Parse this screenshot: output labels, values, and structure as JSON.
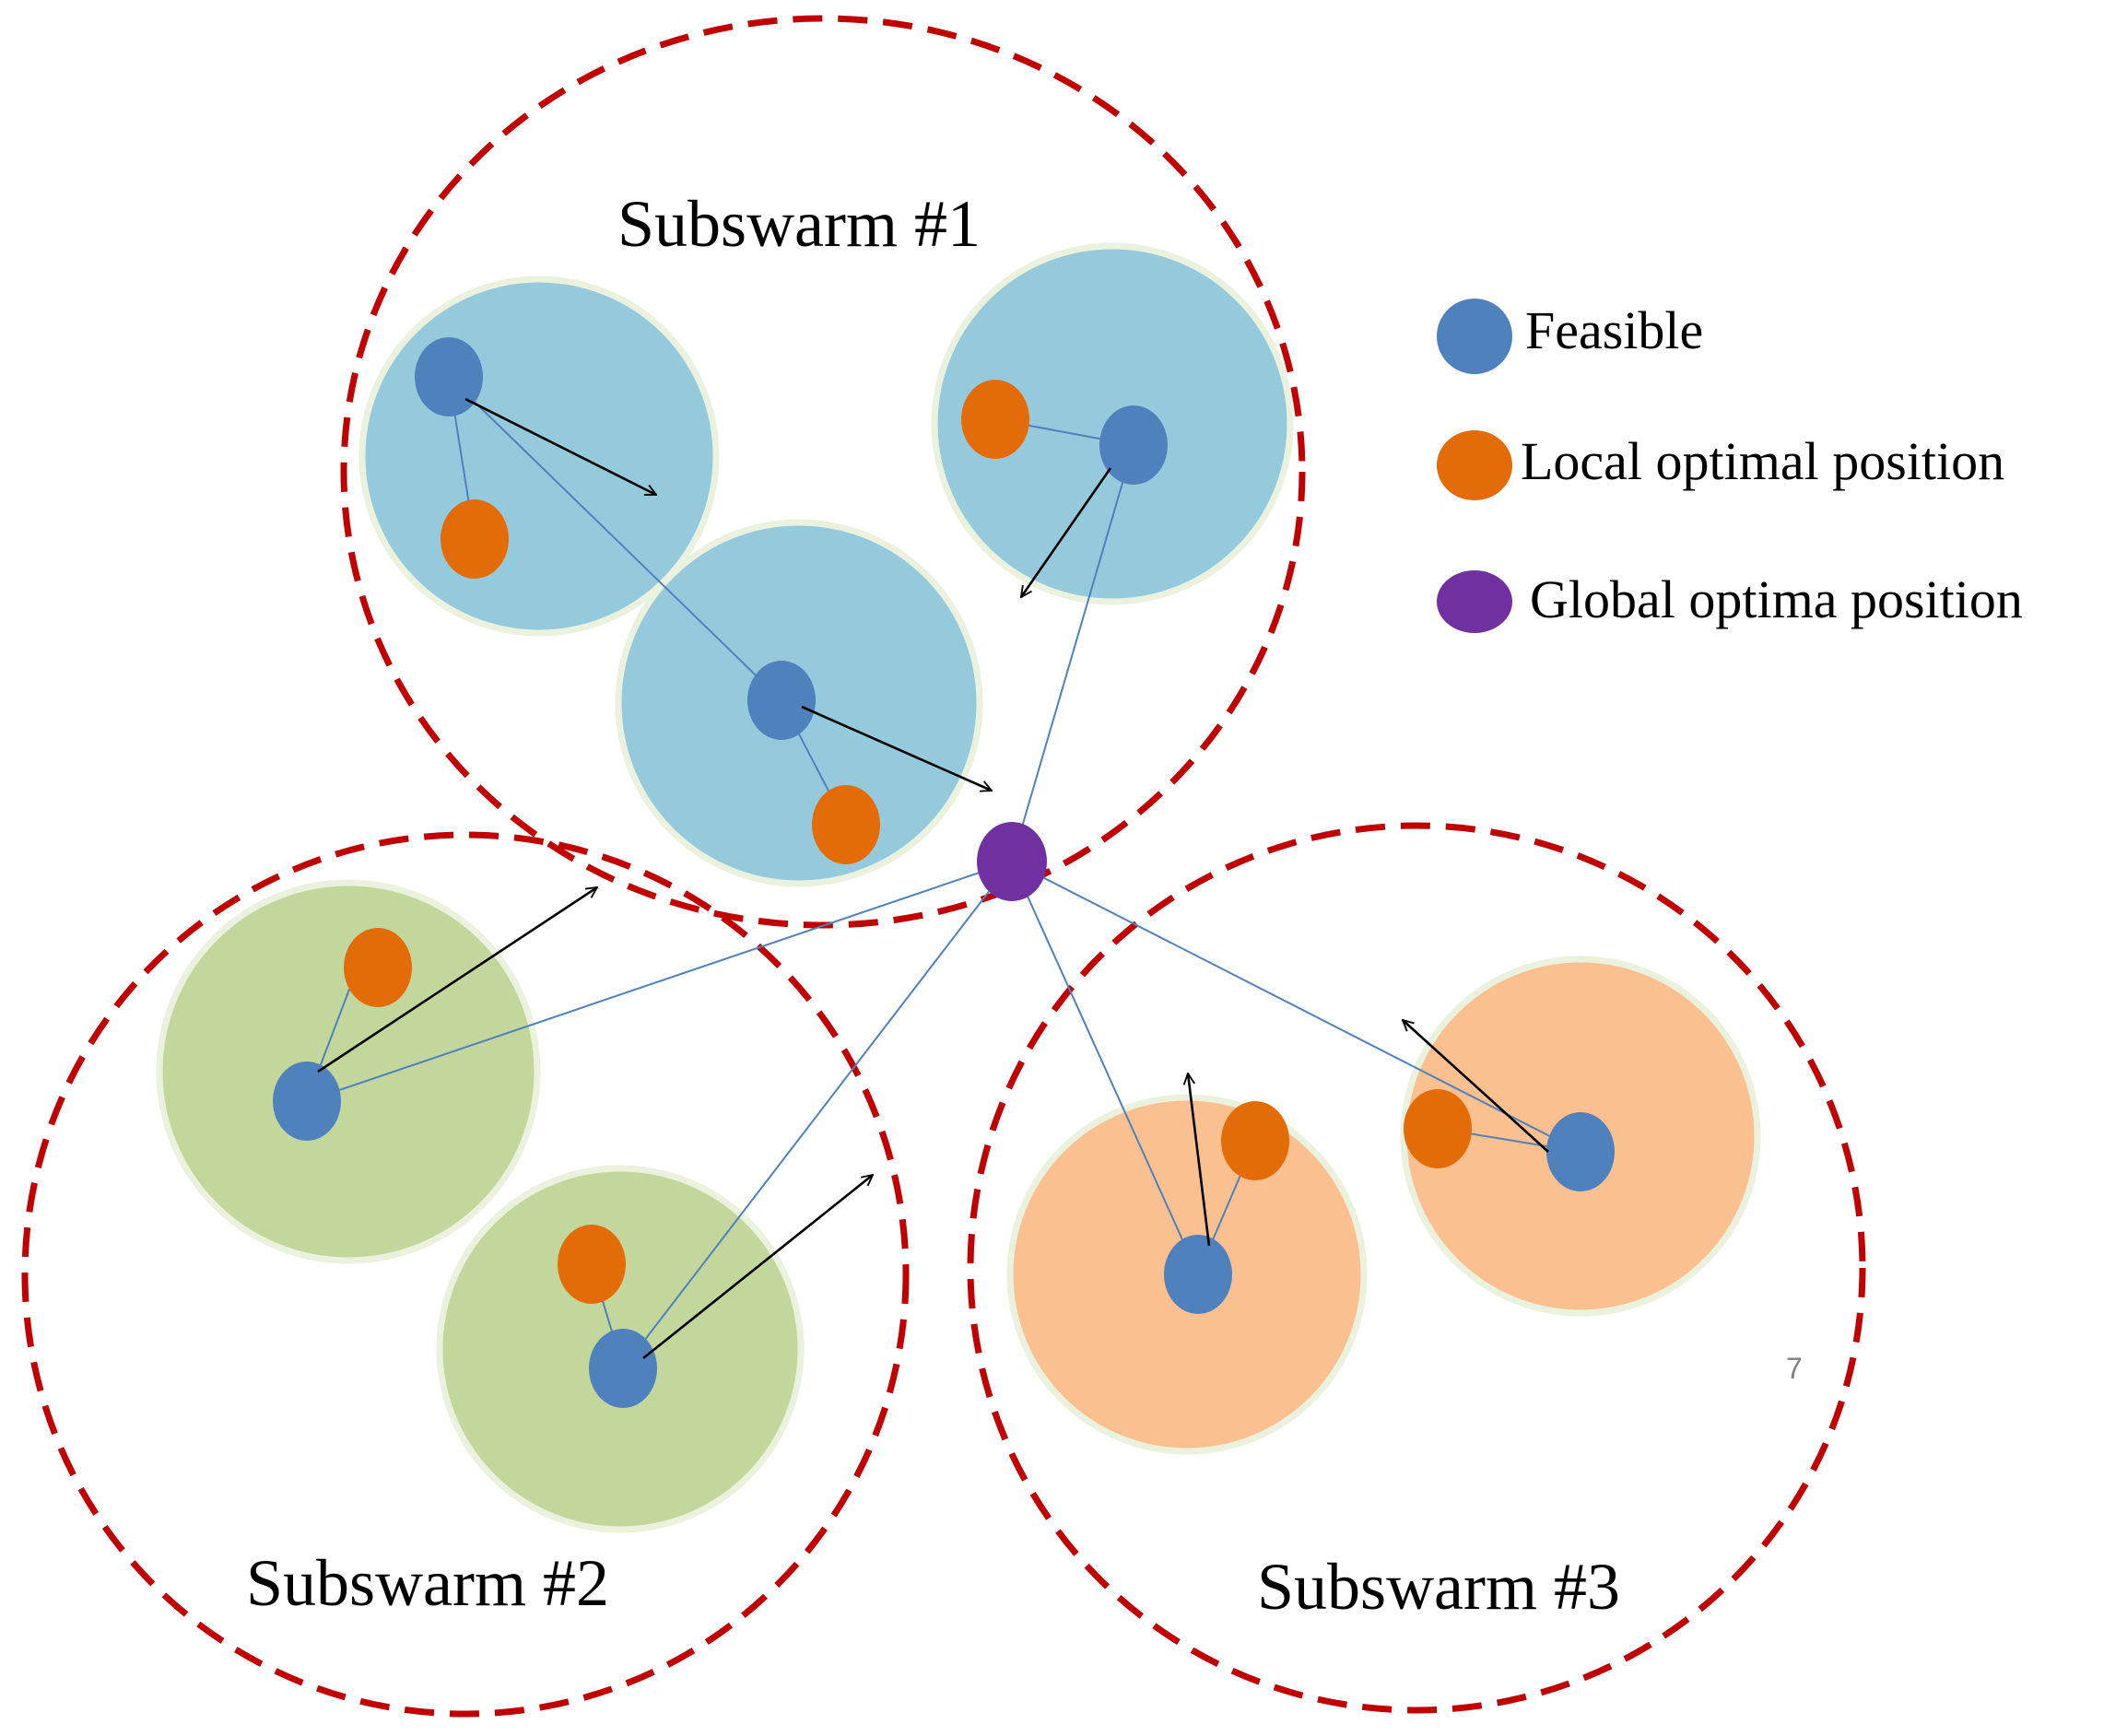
{
  "subswarms": [
    {
      "label": "Subswarm #1",
      "fill": "#94cadc"
    },
    {
      "label": "Subswarm #2",
      "fill": "#c3d69b"
    },
    {
      "label": "Subswarm #3",
      "fill": "#fac090"
    }
  ],
  "legend": [
    {
      "label": "Feasible",
      "color": "#4f81bd"
    },
    {
      "label": "Local optimal position",
      "color": "#e36c09"
    },
    {
      "label": "Global optima position",
      "color": "#7030a0"
    }
  ],
  "page_number": "7",
  "colors": {
    "boundary": "#c00000",
    "connector": "#4f81bd",
    "arrow": "#000000"
  }
}
